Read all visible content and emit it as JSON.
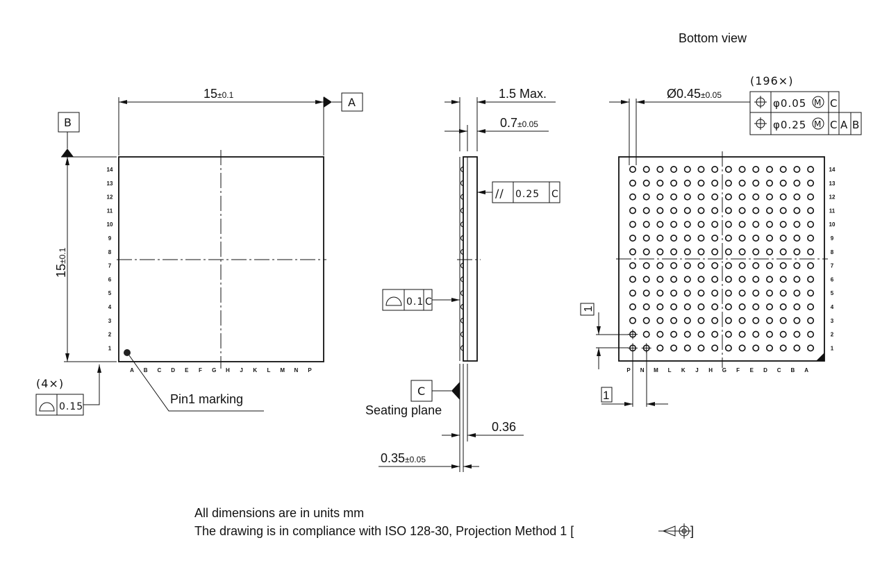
{
  "title": "Bottom view",
  "top_view": {
    "width_dim": "15",
    "width_tol": "±0.1",
    "height_dim": "15",
    "height_tol": "±0.1",
    "datum_a": "A",
    "datum_b": "B",
    "flatness_count": "(4×)",
    "flatness_value": "0.15",
    "pin1_label": "Pin1 marking",
    "row_labels": [
      "14",
      "13",
      "12",
      "11",
      "10",
      "9",
      "8",
      "7",
      "6",
      "5",
      "4",
      "3",
      "2",
      "1"
    ],
    "col_labels": [
      "A",
      "B",
      "C",
      "D",
      "E",
      "F",
      "G",
      "H",
      "J",
      "K",
      "L",
      "M",
      "N",
      "P"
    ]
  },
  "side_view": {
    "height_max": "1.5 Max.",
    "body_dim": "0.7",
    "body_tol": "±0.05",
    "parallel_symbol": "//",
    "parallel_value": "0.25",
    "parallel_datum": "C",
    "profile_value": "0.1",
    "profile_datum": "C",
    "datum_c": "C",
    "seating_plane": "Seating plane",
    "standoff_dim": "0.36",
    "ball_height_dim": "0.35",
    "ball_height_tol": "±0.05"
  },
  "bottom_view": {
    "ball_dia": "Ø0.45",
    "ball_tol": "±0.05",
    "ball_count": "(196×)",
    "frame1": {
      "tol": "φ0.05",
      "mod": "M",
      "datums": [
        "C"
      ]
    },
    "frame2": {
      "tol": "φ0.25",
      "mod": "M",
      "datums": [
        "C",
        "A",
        "B"
      ]
    },
    "pitch_basic": "1",
    "row_labels": [
      "14",
      "13",
      "12",
      "11",
      "10",
      "9",
      "8",
      "7",
      "6",
      "5",
      "4",
      "3",
      "2",
      "1"
    ],
    "col_labels": [
      "P",
      "N",
      "M",
      "L",
      "K",
      "J",
      "H",
      "G",
      "F",
      "E",
      "D",
      "C",
      "B",
      "A"
    ]
  },
  "notes": [
    "All dimensions are in units mm",
    "The drawing is in compliance with ISO 128-30, Projection Method 1 ["
  ],
  "notes_close": "]"
}
